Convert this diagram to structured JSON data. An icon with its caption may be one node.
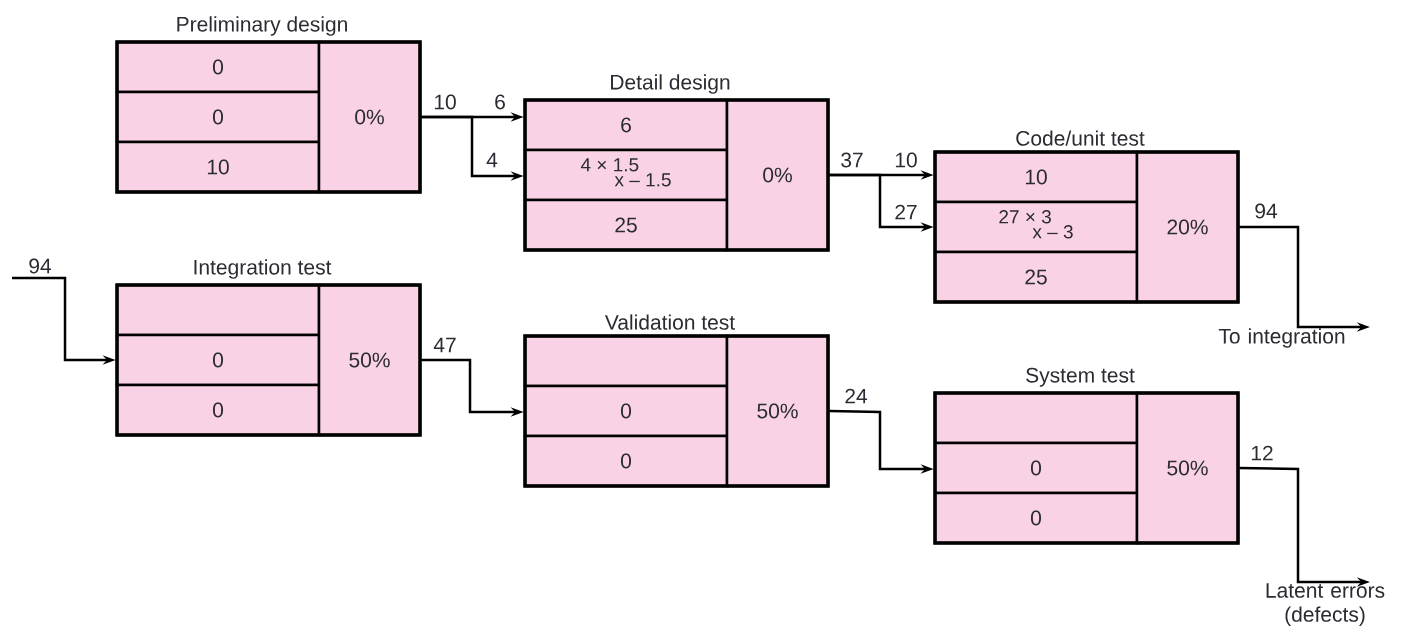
{
  "diagram": {
    "nodes": [
      {
        "text": [
          "Preliminary design"
        ]
      },
      {
        "text": [
          "0"
        ],
        "in": 0
      },
      {
        "text": [
          "0"
        ],
        "in": 0
      },
      {
        "text": [
          "10"
        ],
        "in": 0
      },
      {
        "text": [
          "0%"
        ],
        "in": 0
      },
      {
        "text": [
          "Detail design"
        ]
      },
      {
        "text": [
          "6"
        ],
        "in": 5
      },
      {
        "text": [
          "4 × 1.5",
          "x – 1.5"
        ],
        "in": 5
      },
      {
        "text": [
          "25"
        ],
        "in": 5
      },
      {
        "text": [
          "0%"
        ],
        "in": 5
      },
      {
        "text": [
          "Code/unit test"
        ]
      },
      {
        "text": [
          "10"
        ],
        "in": 10
      },
      {
        "text": [
          "27 × 3",
          "x – 3"
        ],
        "in": 10
      },
      {
        "text": [
          "25"
        ],
        "in": 10
      },
      {
        "text": [
          "20%"
        ],
        "in": 10
      },
      {
        "text": [
          "Integration test"
        ]
      },
      {
        "text": [],
        "shape": "box",
        "in": 15
      },
      {
        "text": [
          "0"
        ],
        "in": 15
      },
      {
        "text": [
          "0"
        ],
        "in": 15
      },
      {
        "text": [
          "50%"
        ],
        "in": 15
      },
      {
        "text": [
          "Validation test"
        ]
      },
      {
        "text": [],
        "shape": "box",
        "in": 20
      },
      {
        "text": [
          "0"
        ],
        "in": 20
      },
      {
        "text": [
          "0"
        ],
        "in": 20
      },
      {
        "text": [
          "50%"
        ],
        "in": 20
      },
      {
        "text": [
          "System test"
        ]
      },
      {
        "text": [],
        "shape": "box",
        "in": 25
      },
      {
        "text": [
          "0"
        ],
        "in": 25
      },
      {
        "text": [
          "0"
        ],
        "in": 25
      },
      {
        "text": [
          "50%"
        ],
        "in": 25
      },
      {
        "text": [
          "To integration"
        ]
      },
      {
        "text": [
          "Latent errors (defects)"
        ]
      }
    ],
    "edges": [
      {
        "from": 4,
        "to": 6,
        "arrow": "to",
        "label": "6"
      },
      {
        "from": 4,
        "to": 7,
        "arrow": "to",
        "label": "4"
      },
      {
        "from": 9,
        "to": 11,
        "arrow": "to",
        "label": "10"
      },
      {
        "from": 9,
        "to": 12,
        "arrow": "to",
        "label": "27"
      },
      {
        "from": 14,
        "to": 30,
        "arrow": "to",
        "label": "94"
      },
      {
        "from": null,
        "to": 17,
        "arrow": "to",
        "label": "94"
      },
      {
        "from": 19,
        "to": 22,
        "arrow": "to",
        "label": "47"
      },
      {
        "from": 24,
        "to": 27,
        "arrow": "to",
        "label": "24"
      },
      {
        "from": 29,
        "to": 31,
        "arrow": "to",
        "label": "12"
      }
    ],
    "labels": [
      "10",
      "37"
    ]
  }
}
